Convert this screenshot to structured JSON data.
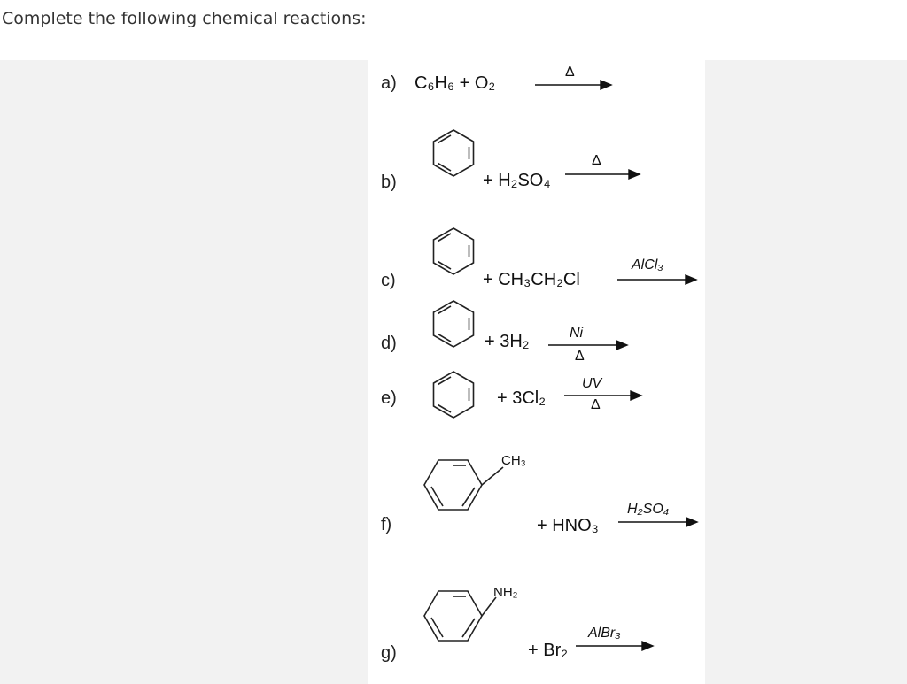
{
  "question": "Complete the following chemical reactions:",
  "reactions": [
    {
      "label": "a)",
      "reagent": "C₆H₆ + O₂",
      "above": "Δ",
      "below": ""
    },
    {
      "label": "b)",
      "reagent": "+ H₂SO₄",
      "above": "Δ",
      "below": ""
    },
    {
      "label": "c)",
      "reagent": "+ CH₃CH₂Cl",
      "above": "AlCl₃",
      "below": ""
    },
    {
      "label": "d)",
      "reagent": "+ 3H₂",
      "above": "Ni",
      "below": "Δ"
    },
    {
      "label": "e)",
      "reagent": "+ 3Cl₂",
      "above": "UV",
      "below": "Δ"
    },
    {
      "label": "f)",
      "reagent": "+ HNO₃",
      "above": "H₂SO₄",
      "below": "",
      "substituent": "CH₃"
    },
    {
      "label": "g)",
      "reagent": "+ Br₂",
      "above": "AlBr₃",
      "below": "",
      "substituent": "NH₂"
    }
  ]
}
